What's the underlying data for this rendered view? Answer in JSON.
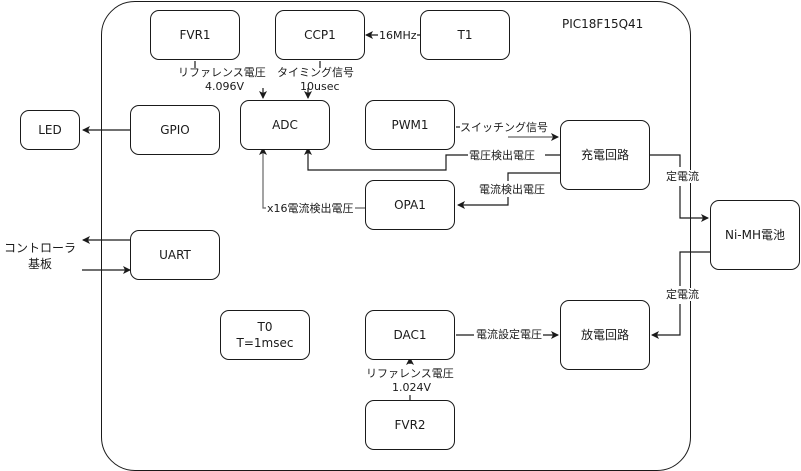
{
  "diagram": {
    "title": "PIC18F15Q41",
    "blocks": {
      "fvr1": "FVR1",
      "ccp1": "CCP1",
      "t1": "T1",
      "adc": "ADC",
      "pwm1": "PWM1",
      "charge": "充電回路",
      "opa1": "OPA1",
      "gpio": "GPIO",
      "led": "LED",
      "uart": "UART",
      "t0": "T0\nT=1msec",
      "dac1": "DAC1",
      "discharge": "放電回路",
      "fvr2": "FVR2",
      "battery": "Ni-MH電池"
    },
    "external": {
      "controller": "コントローラ\n基板"
    },
    "labels": {
      "fvr1_ref_name": "リファレンス電圧",
      "fvr1_ref_value": "4.096V",
      "ccp1_timing_name": "タイミング信号",
      "ccp1_timing_value": "10usec",
      "t1_clock": "16MHz",
      "switching": "スイッチング信号",
      "voltage_sense": "電圧検出電圧",
      "current_sense": "電流検出電圧",
      "x16_current_sense": "x16電流検出電圧",
      "const_current_charge": "定電流",
      "const_current_discharge": "定電流",
      "current_set": "電流設定電圧",
      "fvr2_ref_name": "リファレンス電圧",
      "fvr2_ref_value": "1.024V"
    }
  }
}
